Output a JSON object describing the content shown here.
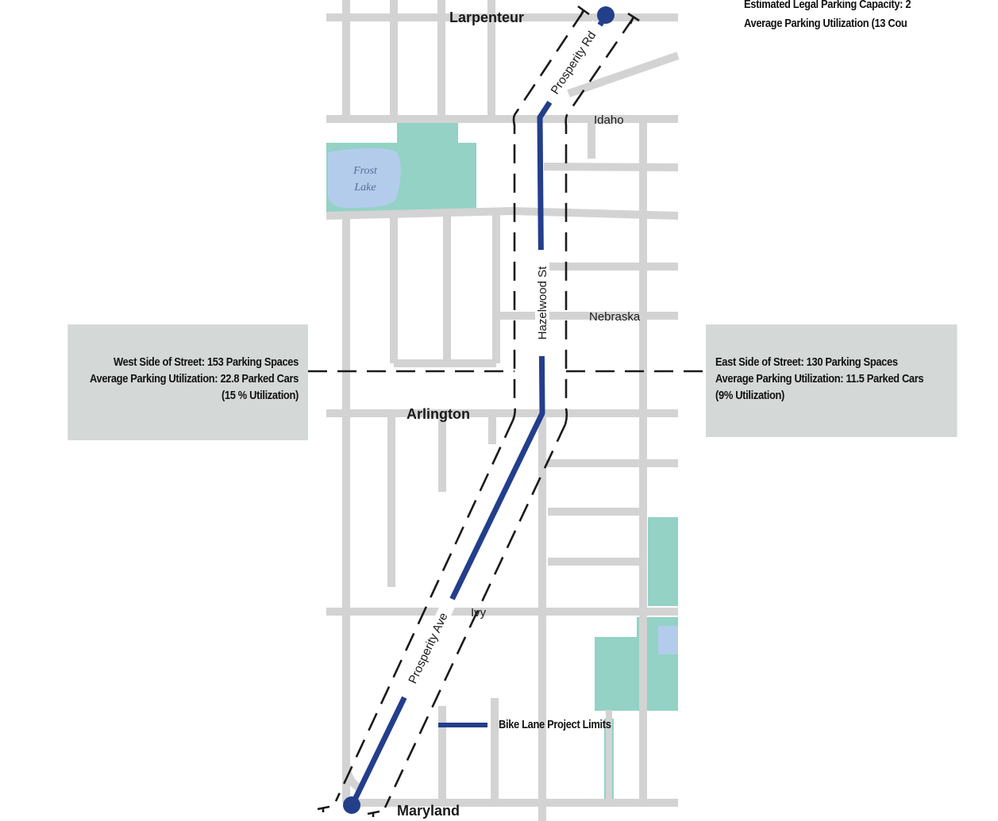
{
  "map": {
    "street_labels": {
      "larpenteur": "Larpenteur",
      "idaho": "Idaho",
      "nebraska": "Nebraska",
      "arlington": "Arlington",
      "ivy": "Ivy",
      "maryland": "Maryland",
      "prosperity_rd": "Prosperity Rd",
      "hazelwood_st": "Hazelwood St",
      "prosperity_ave": "Prosperity Ave"
    },
    "lake_label_1": "Frost",
    "lake_label_2": "Lake"
  },
  "top_right_note": {
    "line1": "Estimated Legal Parking Capacity: 2",
    "line2": "Average Parking Utilization (13 Cou"
  },
  "west_callout": {
    "line1": "West Side of Street: 153 Parking Spaces",
    "line2": "Average Parking Utilization: 22.8 Parked Cars",
    "line3": "(15 % Utilization)"
  },
  "east_callout": {
    "line1": "East Side of Street: 130 Parking Spaces",
    "line2": "Average Parking Utilization: 11.5 Parked Cars",
    "line3": "(9% Utilization)"
  },
  "legend": {
    "label": "Bike Lane Project Limits"
  },
  "colors": {
    "road": "#d3d3d3",
    "park": "#93d2c5",
    "water": "#b3ccec",
    "bike_lane": "#233e8b",
    "callout_bg": "#d4d9d7"
  }
}
